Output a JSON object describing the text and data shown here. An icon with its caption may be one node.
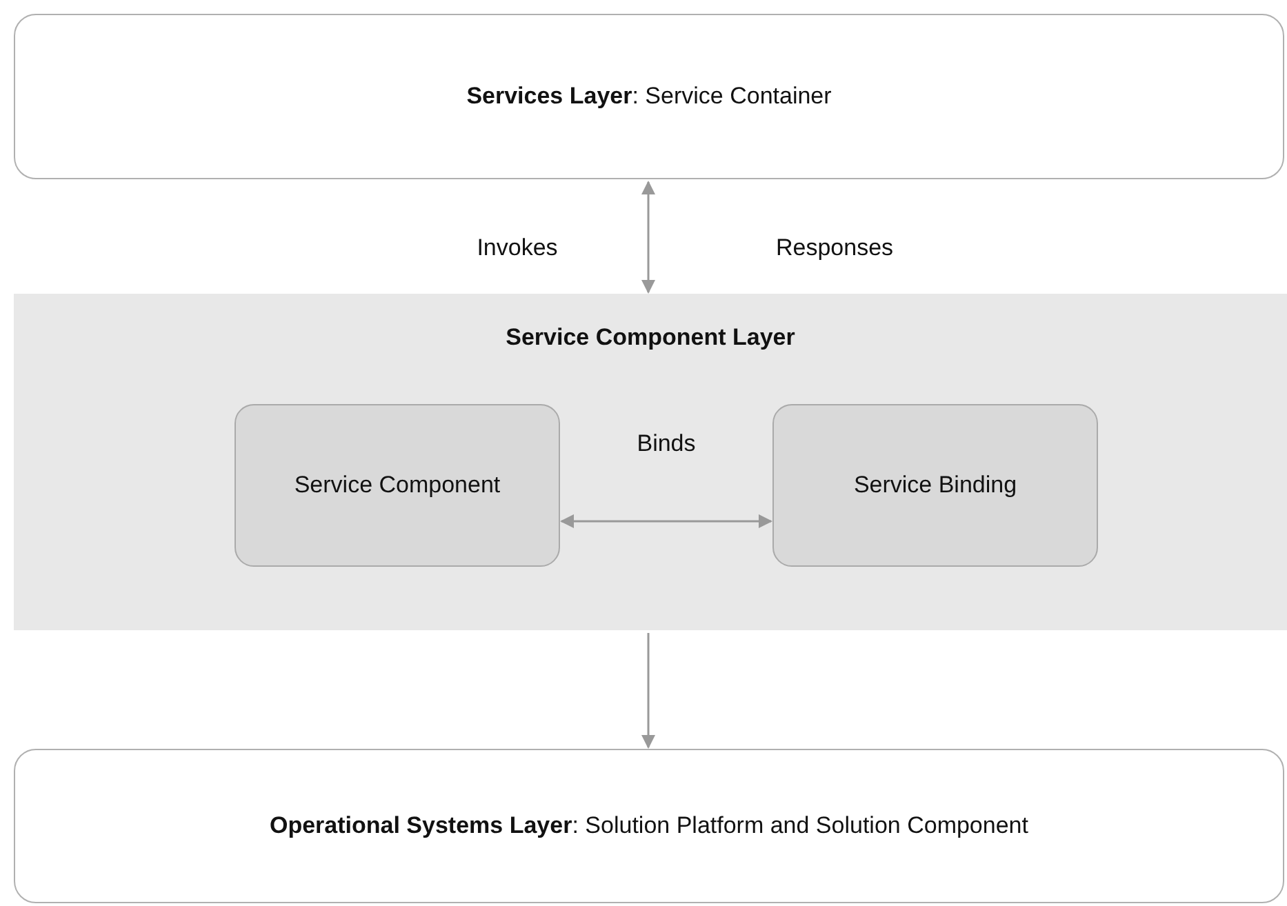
{
  "diagram": {
    "nodes": [
      {
        "text": [
          "**Services Layer**: Service Container"
        ]
      },
      {
        "text": [
          "Service Component Layer"
        ]
      },
      {
        "text": [
          "Service Component"
        ],
        "in": 1
      },
      {
        "text": [
          "Service Binding"
        ],
        "in": 1
      },
      {
        "text": [
          "**Operational Systems Layer**: Solution Platform and Solution Component"
        ]
      }
    ],
    "edges": [
      {
        "from": 0,
        "to": 1,
        "arrow": "both"
      },
      {
        "from": 2,
        "to": 3,
        "arrow": "both",
        "label": "Binds"
      },
      {
        "from": 1,
        "to": 4,
        "arrow": "to"
      }
    ],
    "labels": [
      "Invokes",
      "Responses"
    ]
  }
}
